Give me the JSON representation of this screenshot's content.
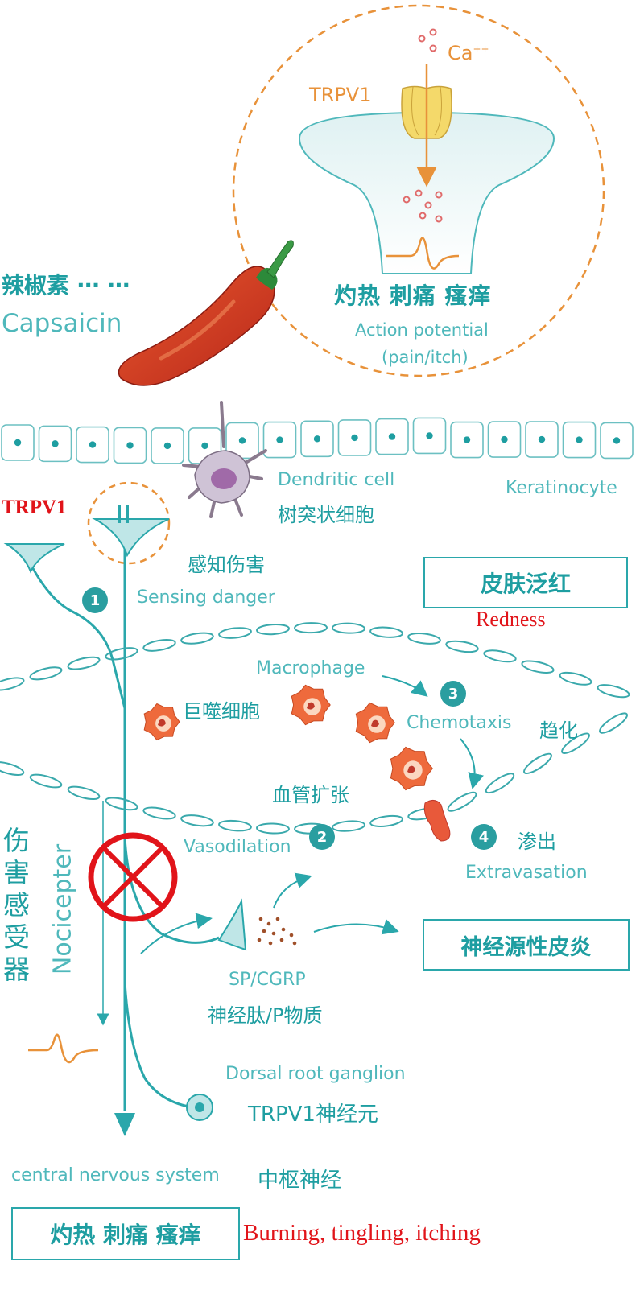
{
  "top": {
    "ion": "Ca",
    "ion_charge": "++",
    "channel": "TRPV1",
    "sensation_cn": "灼热 刺痛 瘙痒",
    "ap_label": "Action potential",
    "ap_sub": "(pain/itch)"
  },
  "capsaicin": {
    "cn": "辣椒素 ⋯ ⋯",
    "en": "Capsaicin"
  },
  "cells": {
    "dendritic_en": "Dendritic cell",
    "dendritic_cn": "树突状细胞",
    "keratinocyte": "Keratinocyte",
    "trpv1_red": "TRPV1",
    "sensing_cn": "感知伤害",
    "sensing_en": "Sensing danger"
  },
  "redness": {
    "cn": "皮肤泛红",
    "en": "Redness"
  },
  "process": {
    "macrophage_en": "Macrophage",
    "macrophage_cn": "巨噬细胞",
    "chemotaxis_en": "Chemotaxis",
    "chemotaxis_cn": "趋化",
    "vasodilation_cn": "血管扩张",
    "vasodilation_en": "Vasodilation",
    "extravasation_cn": "渗出",
    "extravasation_en": "Extravasation",
    "steps": [
      "1",
      "2",
      "3",
      "4"
    ]
  },
  "nerve": {
    "nociceptor_cn": [
      "伤",
      "害",
      "感",
      "受",
      "器"
    ],
    "nociceptor_en": "Nocicepter",
    "sp_cgrp": "SP/CGRP",
    "neuropeptide_cn": "神经肽/P物质",
    "neurogenic_cn": "神经源性皮炎",
    "drg_en": "Dorsal root ganglion",
    "drg_cn": "TRPV1神经元",
    "cns_en": "central nervous system",
    "cns_cn": "中枢神经"
  },
  "bottom": {
    "cn": "灼热 刺痛 瘙痒",
    "en": "Burning, tingling, itching"
  },
  "colors": {
    "teal": "#2aa7ab",
    "orange": "#e8923a",
    "red": "#e1141a",
    "pepper": "#d23a1e"
  }
}
